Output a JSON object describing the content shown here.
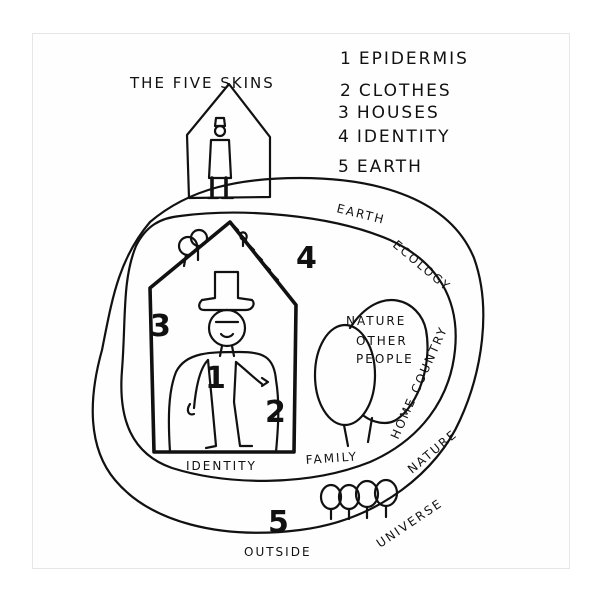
{
  "title": "THE FIVE SKINS",
  "legend": [
    {
      "number": "1",
      "label": "EPIDERMIS"
    },
    {
      "number": "2",
      "label": "CLOTHES"
    },
    {
      "number": "3",
      "label": "HOUSES"
    },
    {
      "number": "4",
      "label": "IDENTITY"
    },
    {
      "number": "5",
      "label": "EARTH"
    }
  ],
  "numerals": {
    "one": "1",
    "two": "2",
    "three": "3",
    "four": "4",
    "five": "5"
  },
  "labels": {
    "earth": "EARTH",
    "ecology": "ECOLOGY",
    "nature_line1": "NATURE",
    "nature_line2": "OTHER",
    "nature_line3": "PEOPLE",
    "home_country": "HOME COUNTRY",
    "family": "FAMILY",
    "nature_outer": "NATURE",
    "identity": "IDENTITY",
    "universe": "UNIVERSE",
    "outside": "OUTSIDE"
  },
  "colors": {
    "ink": "#111111",
    "paper": "#ffffff"
  }
}
